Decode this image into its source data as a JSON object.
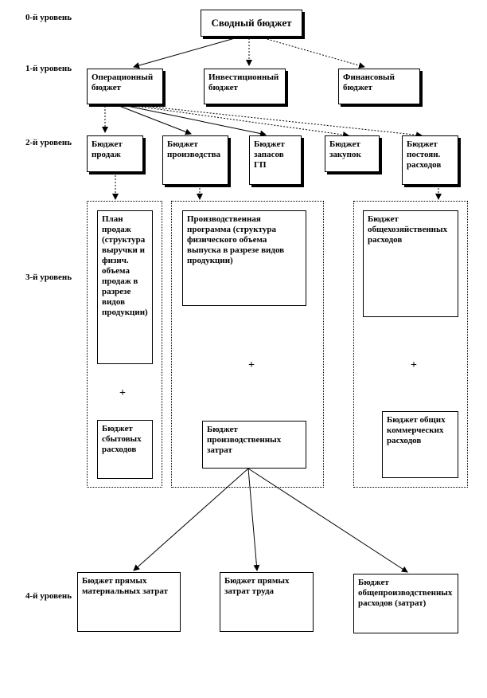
{
  "levels": {
    "l0": "0-й уровень",
    "l1": "1-й уровень",
    "l2": "2-й уровень",
    "l3": "3-й уровень",
    "l4": "4-й уровень"
  },
  "nodes": {
    "master": "Сводный бюджет",
    "operational": "Операционный бюджет",
    "investment": "Инвестиционный бюджет",
    "financial": "Финансовый бюджет",
    "sales": "Бюджет продаж",
    "production": "Бюджет производства",
    "fg_stock": "Бюджет запасов ГП",
    "purchases": "Бюджет закупок",
    "fixed": "Бюджет постоян. расходов",
    "sales_plan": "План продаж (структура выручки и физич. объема продаж в разрезе видов продукции)",
    "selling_exp": "Бюджет сбытовых расходов",
    "prod_program": "Производственная программа (структура физического объема выпуска в разрезе видов продукции)",
    "prod_costs": "Бюджет производственных затрат",
    "general_econ": "Бюджет общехозяйственных расходов",
    "commercial": "Бюджет общих коммерческих расходов",
    "direct_mat": "Бюджет прямых материальных затрат",
    "direct_labor": "Бюджет прямых затрат труда",
    "overhead": "Бюджет общепроизводственных расходов (затрат)"
  },
  "plus_sign": "+"
}
